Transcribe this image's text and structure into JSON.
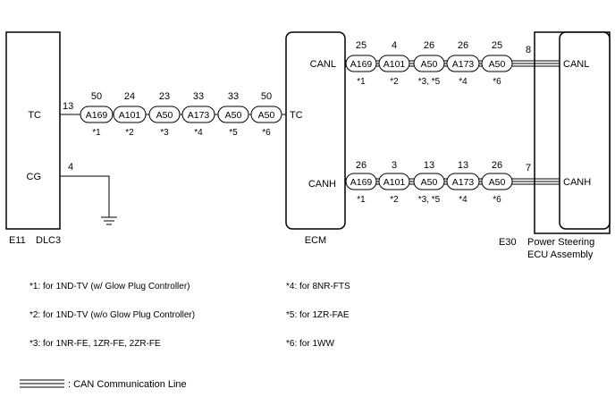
{
  "dlc3": {
    "code": "E11",
    "name": "DLC3",
    "tc_label": "TC",
    "cg_label": "CG",
    "tc_pin": "13",
    "cg_pin": "4"
  },
  "ecm": {
    "name": "ECM",
    "tc_label": "TC",
    "canl_label": "CANL",
    "canh_label": "CANH"
  },
  "ps_ecu": {
    "code": "E30",
    "name_line1": "Power Steering",
    "name_line2": "ECU Assembly",
    "canl_label": "CANL",
    "canh_label": "CANH",
    "canl_pin": "8",
    "canh_pin": "7"
  },
  "tc_connectors": [
    {
      "pin": "50",
      "name": "A169",
      "note": "*1"
    },
    {
      "pin": "24",
      "name": "A101",
      "note": "*2"
    },
    {
      "pin": "23",
      "name": "A50",
      "note": "*3"
    },
    {
      "pin": "33",
      "name": "A173",
      "note": "*4"
    },
    {
      "pin": "33",
      "name": "A50",
      "note": "*5"
    },
    {
      "pin": "50",
      "name": "A50",
      "note": "*6"
    }
  ],
  "canl_connectors": [
    {
      "pin": "25",
      "name": "A169",
      "note": "*1"
    },
    {
      "pin": "4",
      "name": "A101",
      "note": "*2"
    },
    {
      "pin": "26",
      "name": "A50",
      "note": "*3, *5"
    },
    {
      "pin": "26",
      "name": "A173",
      "note": "*4"
    },
    {
      "pin": "25",
      "name": "A50",
      "note": "*6"
    }
  ],
  "canh_connectors": [
    {
      "pin": "26",
      "name": "A169",
      "note": "*1"
    },
    {
      "pin": "3",
      "name": "A101",
      "note": "*2"
    },
    {
      "pin": "13",
      "name": "A50",
      "note": "*3, *5"
    },
    {
      "pin": "13",
      "name": "A173",
      "note": "*4"
    },
    {
      "pin": "26",
      "name": "A50",
      "note": "*6"
    }
  ],
  "notes": {
    "n1": "*1: for 1ND-TV (w/ Glow Plug Controller)",
    "n2": "*2: for 1ND-TV (w/o Glow Plug Controller)",
    "n3": "*3: for 1NR-FE, 1ZR-FE, 2ZR-FE",
    "n4": "*4: for 8NR-FTS",
    "n5": "*5: for 1ZR-FAE",
    "n6": "*6: for 1WW"
  },
  "legend": {
    "can_line": ": CAN Communication Line"
  },
  "colors": {
    "line": "#000000",
    "background": "#ffffff"
  }
}
